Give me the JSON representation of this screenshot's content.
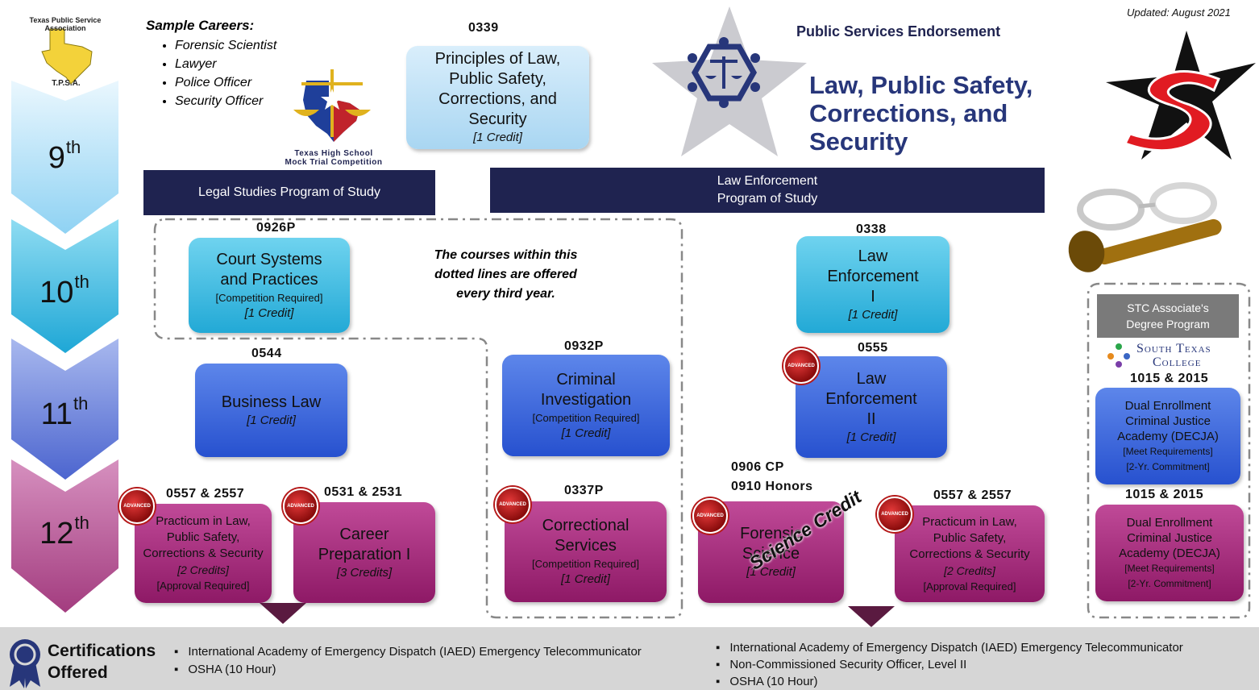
{
  "updated": "Updated: August 2021",
  "endorsement": "Public Services Endorsement",
  "cluster_title": "Law, Public Safety, Corrections, and Security",
  "tpsa": {
    "name": "Texas Public Service Association",
    "abbr": "T.P.S.A."
  },
  "mock_trial": {
    "line1": "Texas High School",
    "line2": "Mock Trial Competition"
  },
  "sample_careers": {
    "heading": "Sample Careers:",
    "items": [
      "Forensic Scientist",
      "Lawyer",
      "Police Officer",
      "Security Officer"
    ]
  },
  "grades": [
    {
      "num": "9",
      "suffix": "th",
      "color": "#9fdaf5"
    },
    {
      "num": "10",
      "suffix": "th",
      "color": "#3cb9e0"
    },
    {
      "num": "11",
      "suffix": "th",
      "color": "#6a80d8"
    },
    {
      "num": "12",
      "suffix": "th",
      "color": "#b4508f"
    }
  ],
  "banners": {
    "legal": "Legal Studies Program of Study",
    "law_line1": "Law Enforcement",
    "law_line2": "Program of Study"
  },
  "dotted_note": "The courses within this dotted lines are offered every third year.",
  "advanced_badge": "ADVANCED",
  "courses": {
    "principles": {
      "code": "0339",
      "title": "Principles of Law, Public Safety, Corrections, and Security",
      "credit": "[1 Credit]"
    },
    "court": {
      "code": "0926P",
      "title": "Court Systems and Practices",
      "note": "[Competition Required]",
      "credit": "[1 Credit]"
    },
    "business": {
      "code": "0544",
      "title": "Business Law",
      "credit": "[1 Credit]"
    },
    "practicum1": {
      "code": "0557 & 2557",
      "title": "Practicum in Law, Public Safety, Corrections & Security",
      "credit": "[2 Credits]",
      "note": "[Approval Required]"
    },
    "career": {
      "code": "0531 & 2531",
      "title": "Career Preparation I",
      "credit": "[3 Credits]"
    },
    "criminal": {
      "code": "0932P",
      "title": "Criminal Investigation",
      "note": "[Competition Required]",
      "credit": "[1 Credit]"
    },
    "correctional": {
      "code": "0337P",
      "title": "Correctional Services",
      "note": "[Competition Required]",
      "credit": "[1 Credit]"
    },
    "le1": {
      "code": "0338",
      "title": "Law Enforcement I",
      "credit": "[1 Credit]"
    },
    "le2": {
      "code": "0555",
      "title": "Law Enforcement II",
      "credit": "[1 Credit]"
    },
    "forensic": {
      "code1": "0906 CP",
      "code2": "0910 Honors",
      "title": "Forensic Science",
      "credit": "[1 Credit]"
    },
    "practicum2": {
      "code": "0557 & 2557",
      "title": "Practicum in Law, Public Safety, Corrections & Security",
      "credit": "[2 Credits]",
      "note": "[Approval Required]"
    }
  },
  "science_credit": "Science Credit",
  "stc": {
    "banner_line1": "STC Associate's",
    "banner_line2": "Degree Program",
    "logo_line1": "South Texas",
    "logo_line2": "College",
    "code_a": "1015 & 2015",
    "code_b": "1015 & 2015",
    "decja": {
      "title": "Dual Enrollment Criminal Justice Academy (DECJA)",
      "req": "[Meet Requirements]",
      "commit": "[2-Yr. Commitment]"
    }
  },
  "footer": {
    "label_line1": "Certifications",
    "label_line2": "Offered",
    "left": [
      "International Academy of Emergency Dispatch (IAED) Emergency Telecommunicator",
      "OSHA (10 Hour)"
    ],
    "right": [
      "International Academy of Emergency Dispatch (IAED) Emergency Telecommunicator",
      "Non-Commissioned Security Officer, Level II",
      "OSHA (10 Hour)"
    ]
  }
}
